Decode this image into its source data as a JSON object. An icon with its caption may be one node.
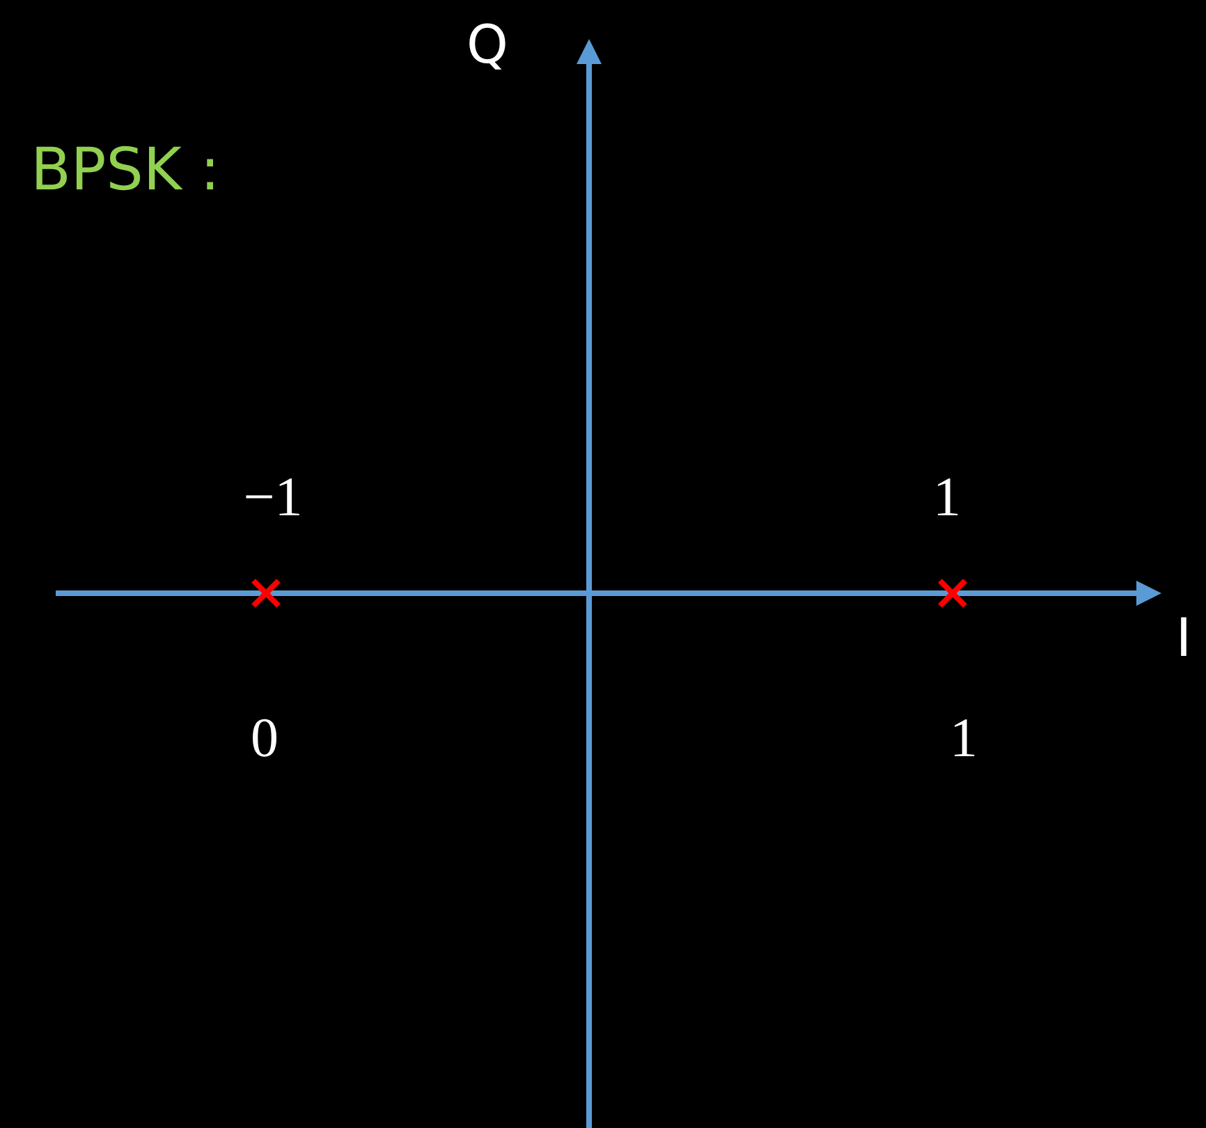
{
  "diagram": {
    "labels": [
      "Q",
      "BPSK :",
      "−1",
      "1",
      "I",
      "0",
      "1"
    ]
  }
}
